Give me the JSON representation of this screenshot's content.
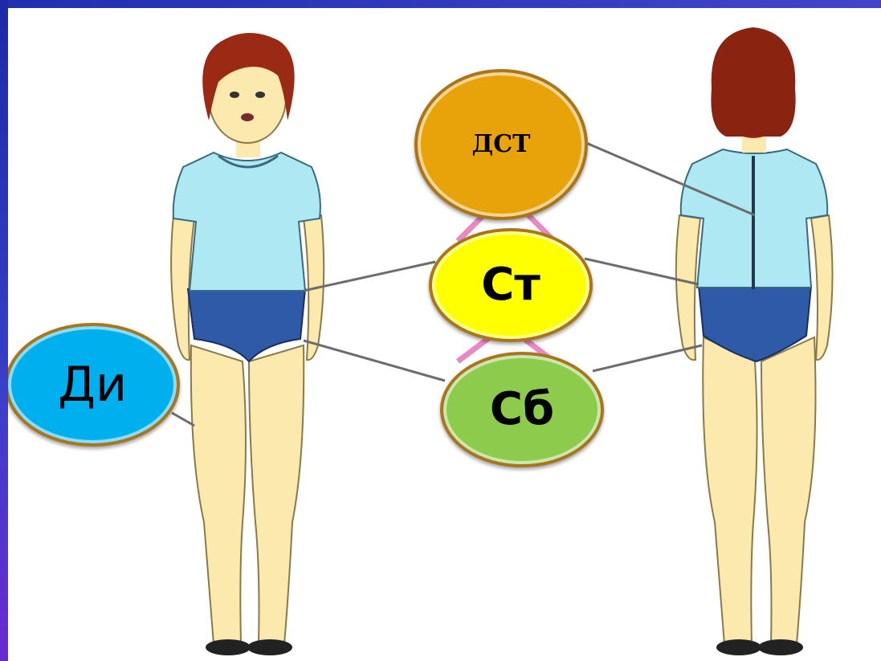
{
  "labels": {
    "upper_back": "ДСТ",
    "waist": "Ст",
    "hips": "Сб",
    "leg_length": "Ди"
  },
  "colors": {
    "upper_back_fill": "#e8a20a",
    "waist_fill": "#ffff00",
    "hips_fill": "#8dcb4c",
    "leg_length_fill": "#00b0ee",
    "badge_border": "#a9761f",
    "shirt": "#aee8f2",
    "briefs": "#2e5aa8",
    "skin": "#fbe9ae",
    "hair": "#9a2a14"
  }
}
